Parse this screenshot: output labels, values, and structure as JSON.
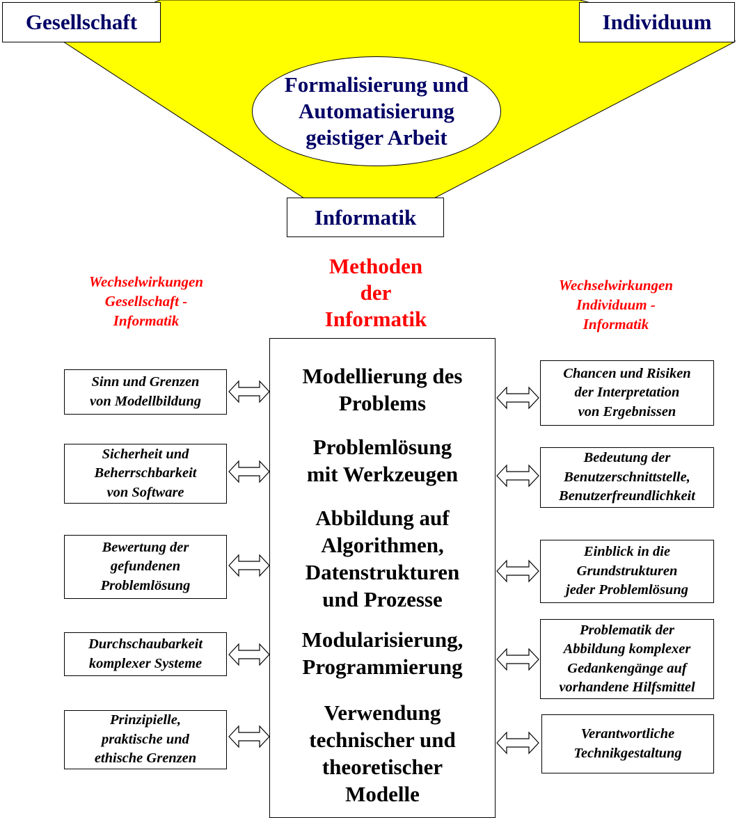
{
  "colors": {
    "funnel_fill": "#ffff00",
    "dark_blue_text": "#000066",
    "red_text": "#ff0000",
    "border": "#000000"
  },
  "top": {
    "gesellschaft": "Gesellschaft",
    "individuum": "Individuum",
    "ellipse_text": "Formalisierung und\nAutomatisierung\ngeistiger Arbeit",
    "informatik": "Informatik"
  },
  "headings": {
    "left": "Wechselwirkungen\nGesellschaft -\nInformatik",
    "center": "Methoden\nder\nInformatik",
    "right": "Wechselwirkungen\nIndividuum -\nInformatik"
  },
  "methods": [
    "Modellierung des\nProblems",
    "Problemlösung\nmit Werkzeugen",
    "Abbildung auf\nAlgorithmen,\nDatenstrukturen\nund Prozesse",
    "Modularisierung,\nProgrammierung",
    "Verwendung\ntechnischer und\ntheoretischer\nModelle"
  ],
  "left_items": [
    "Sinn und Grenzen\nvon Modellbildung",
    "Sicherheit und\nBeherrschbarkeit\nvon Software",
    "Bewertung der\ngefundenen\nProblemlösung",
    "Durchschaubarkeit\nkomplexer Systeme",
    "Prinzipielle,\npraktische und\nethische Grenzen"
  ],
  "right_items": [
    "Chancen und Risiken\nder Interpretation\nvon Ergebnissen",
    "Bedeutung der\nBenutzerschnittstelle,\nBenutzerfreundlichkeit",
    "Einblick in die\nGrundstrukturen\njeder Problemlösung",
    "Problematik der\nAbbildung komplexer\nGedankengänge auf\nvorhandene Hilfsmittel",
    "Verantwortliche\nTechnikgestaltung"
  ]
}
